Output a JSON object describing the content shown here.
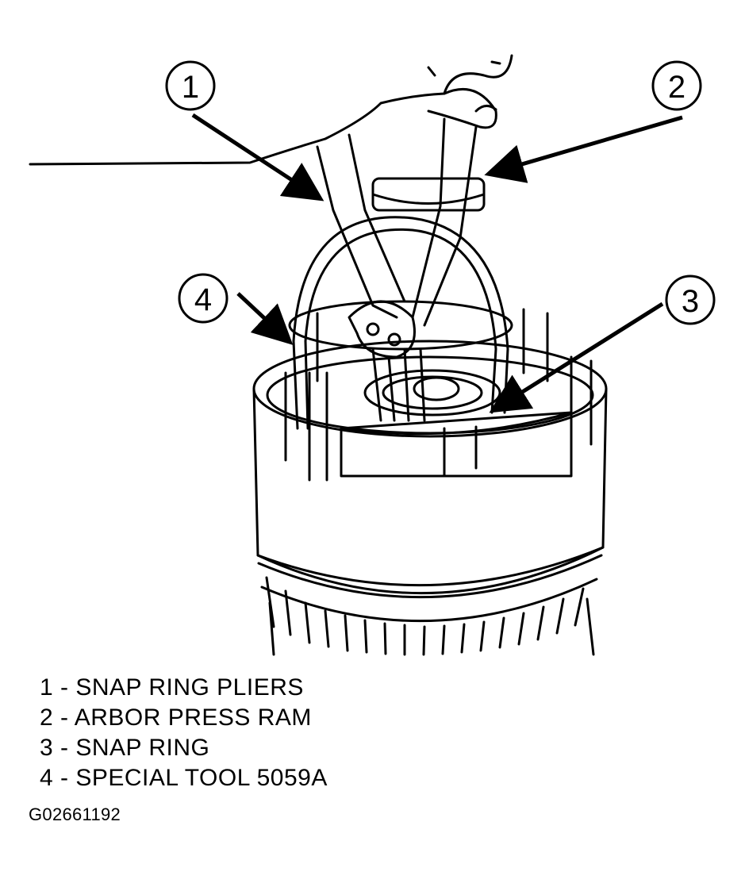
{
  "callouts": [
    {
      "number": "1",
      "label": "1 - SNAP RING PLIERS"
    },
    {
      "number": "2",
      "label": "2 - ARBOR PRESS RAM"
    },
    {
      "number": "3",
      "label": "3 - SNAP RING"
    },
    {
      "number": "4",
      "label": "4 - SPECIAL TOOL 5059A"
    }
  ],
  "figure_id": "G02661192",
  "colors": {
    "ink": "#000000",
    "background": "#ffffff"
  }
}
